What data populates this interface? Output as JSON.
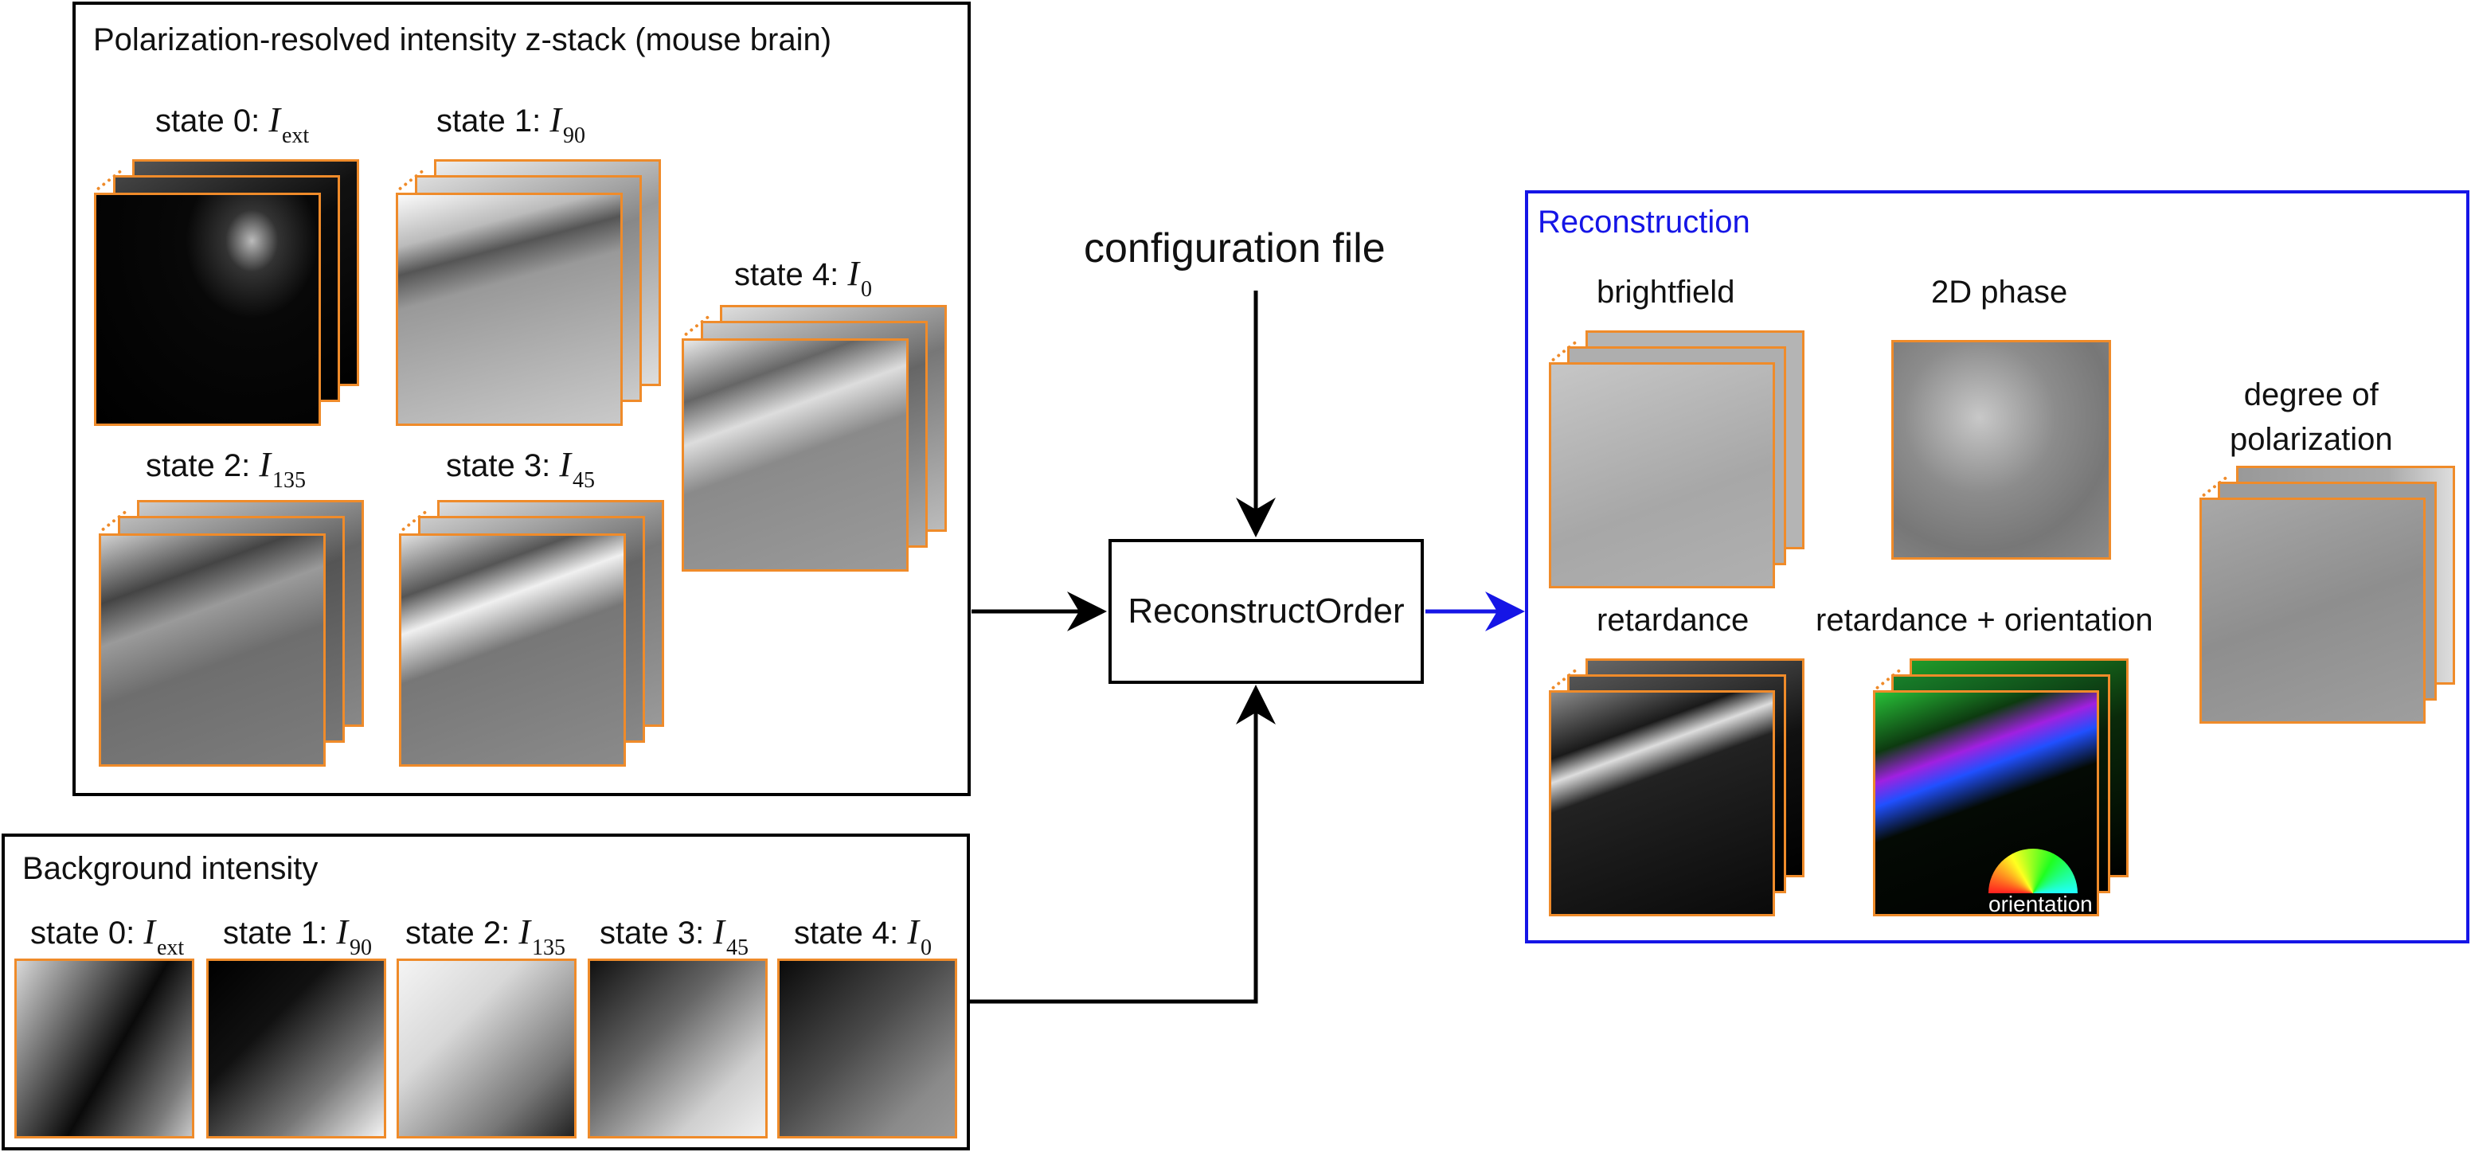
{
  "zstack_panel": {
    "title": "Polarization-resolved intensity z-stack (mouse brain)",
    "states": [
      {
        "prefix": "state 0:",
        "symbol": "I",
        "subscript": "ext"
      },
      {
        "prefix": "state 1:",
        "symbol": "I",
        "subscript": "90"
      },
      {
        "prefix": "state 2:",
        "symbol": "I",
        "subscript": "135"
      },
      {
        "prefix": "state 3:",
        "symbol": "I",
        "subscript": "45"
      },
      {
        "prefix": "state 4:",
        "symbol": "I",
        "subscript": "0"
      }
    ]
  },
  "background_panel": {
    "title": "Background intensity",
    "states": [
      {
        "prefix": "state 0:",
        "symbol": "I",
        "subscript": "ext"
      },
      {
        "prefix": "state 1:",
        "symbol": "I",
        "subscript": "90"
      },
      {
        "prefix": "state 2:",
        "symbol": "I",
        "subscript": "135"
      },
      {
        "prefix": "state 3:",
        "symbol": "I",
        "subscript": "45"
      },
      {
        "prefix": "state 4:",
        "symbol": "I",
        "subscript": "0"
      }
    ]
  },
  "process": {
    "config_label": "configuration file",
    "box_label": "ReconstructOrder"
  },
  "reconstruction": {
    "title": "Reconstruction",
    "outputs": {
      "brightfield": "brightfield",
      "phase": "2D phase",
      "dop": "degree of\npolarization",
      "retardance": "retardance",
      "ret_orient": "retardance + orientation",
      "wheel": "orientation"
    }
  },
  "colors": {
    "frame": "#000000",
    "stack_border": "#ef8b2a",
    "reconstruction_border": "#1515e6",
    "output_arrow": "#1515e6"
  }
}
